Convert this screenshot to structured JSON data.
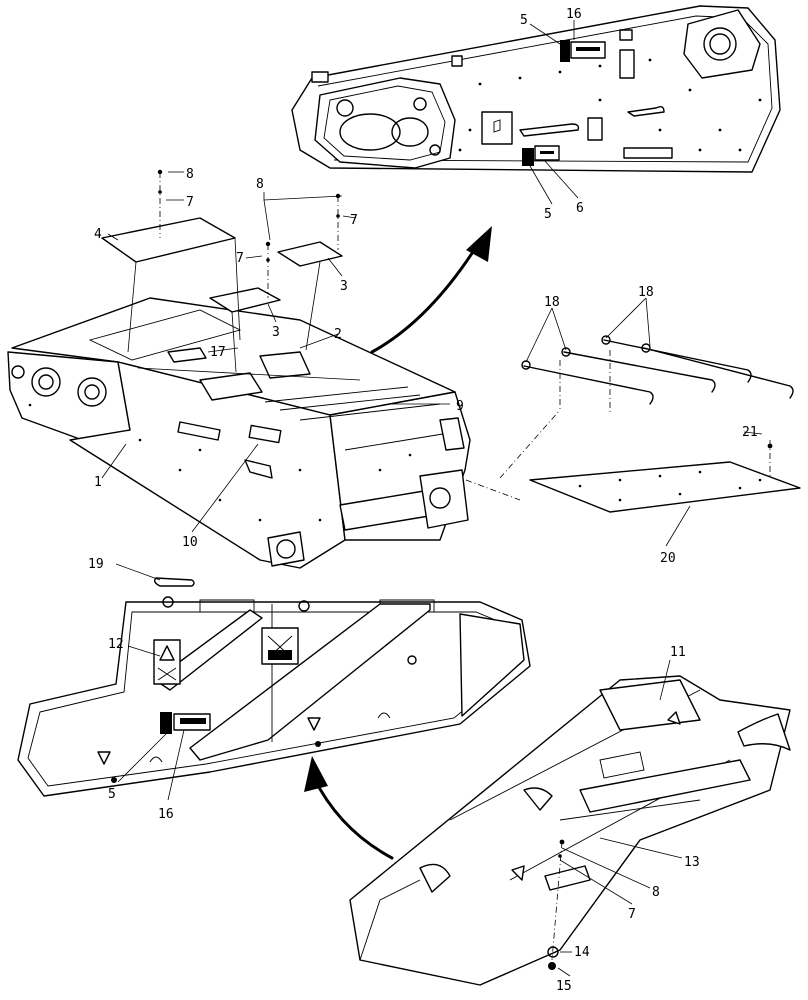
{
  "callouts": {
    "c1": "1",
    "c2": "2",
    "c3a": "3",
    "c3b": "3",
    "c4": "4",
    "c5a": "5",
    "c5b": "5",
    "c5c": "5",
    "c6": "6",
    "c7a": "7",
    "c7b": "7",
    "c7c": "7",
    "c7d": "7",
    "c8a": "8",
    "c8b": "8",
    "c8c": "8",
    "c9": "9",
    "c10": "10",
    "c11": "11",
    "c12": "12",
    "c13": "13",
    "c14": "14",
    "c15": "15",
    "c16a": "16",
    "c16b": "16",
    "c17": "17",
    "c18a": "18",
    "c18b": "18",
    "c19": "19",
    "c20": "20",
    "c21": "21"
  }
}
